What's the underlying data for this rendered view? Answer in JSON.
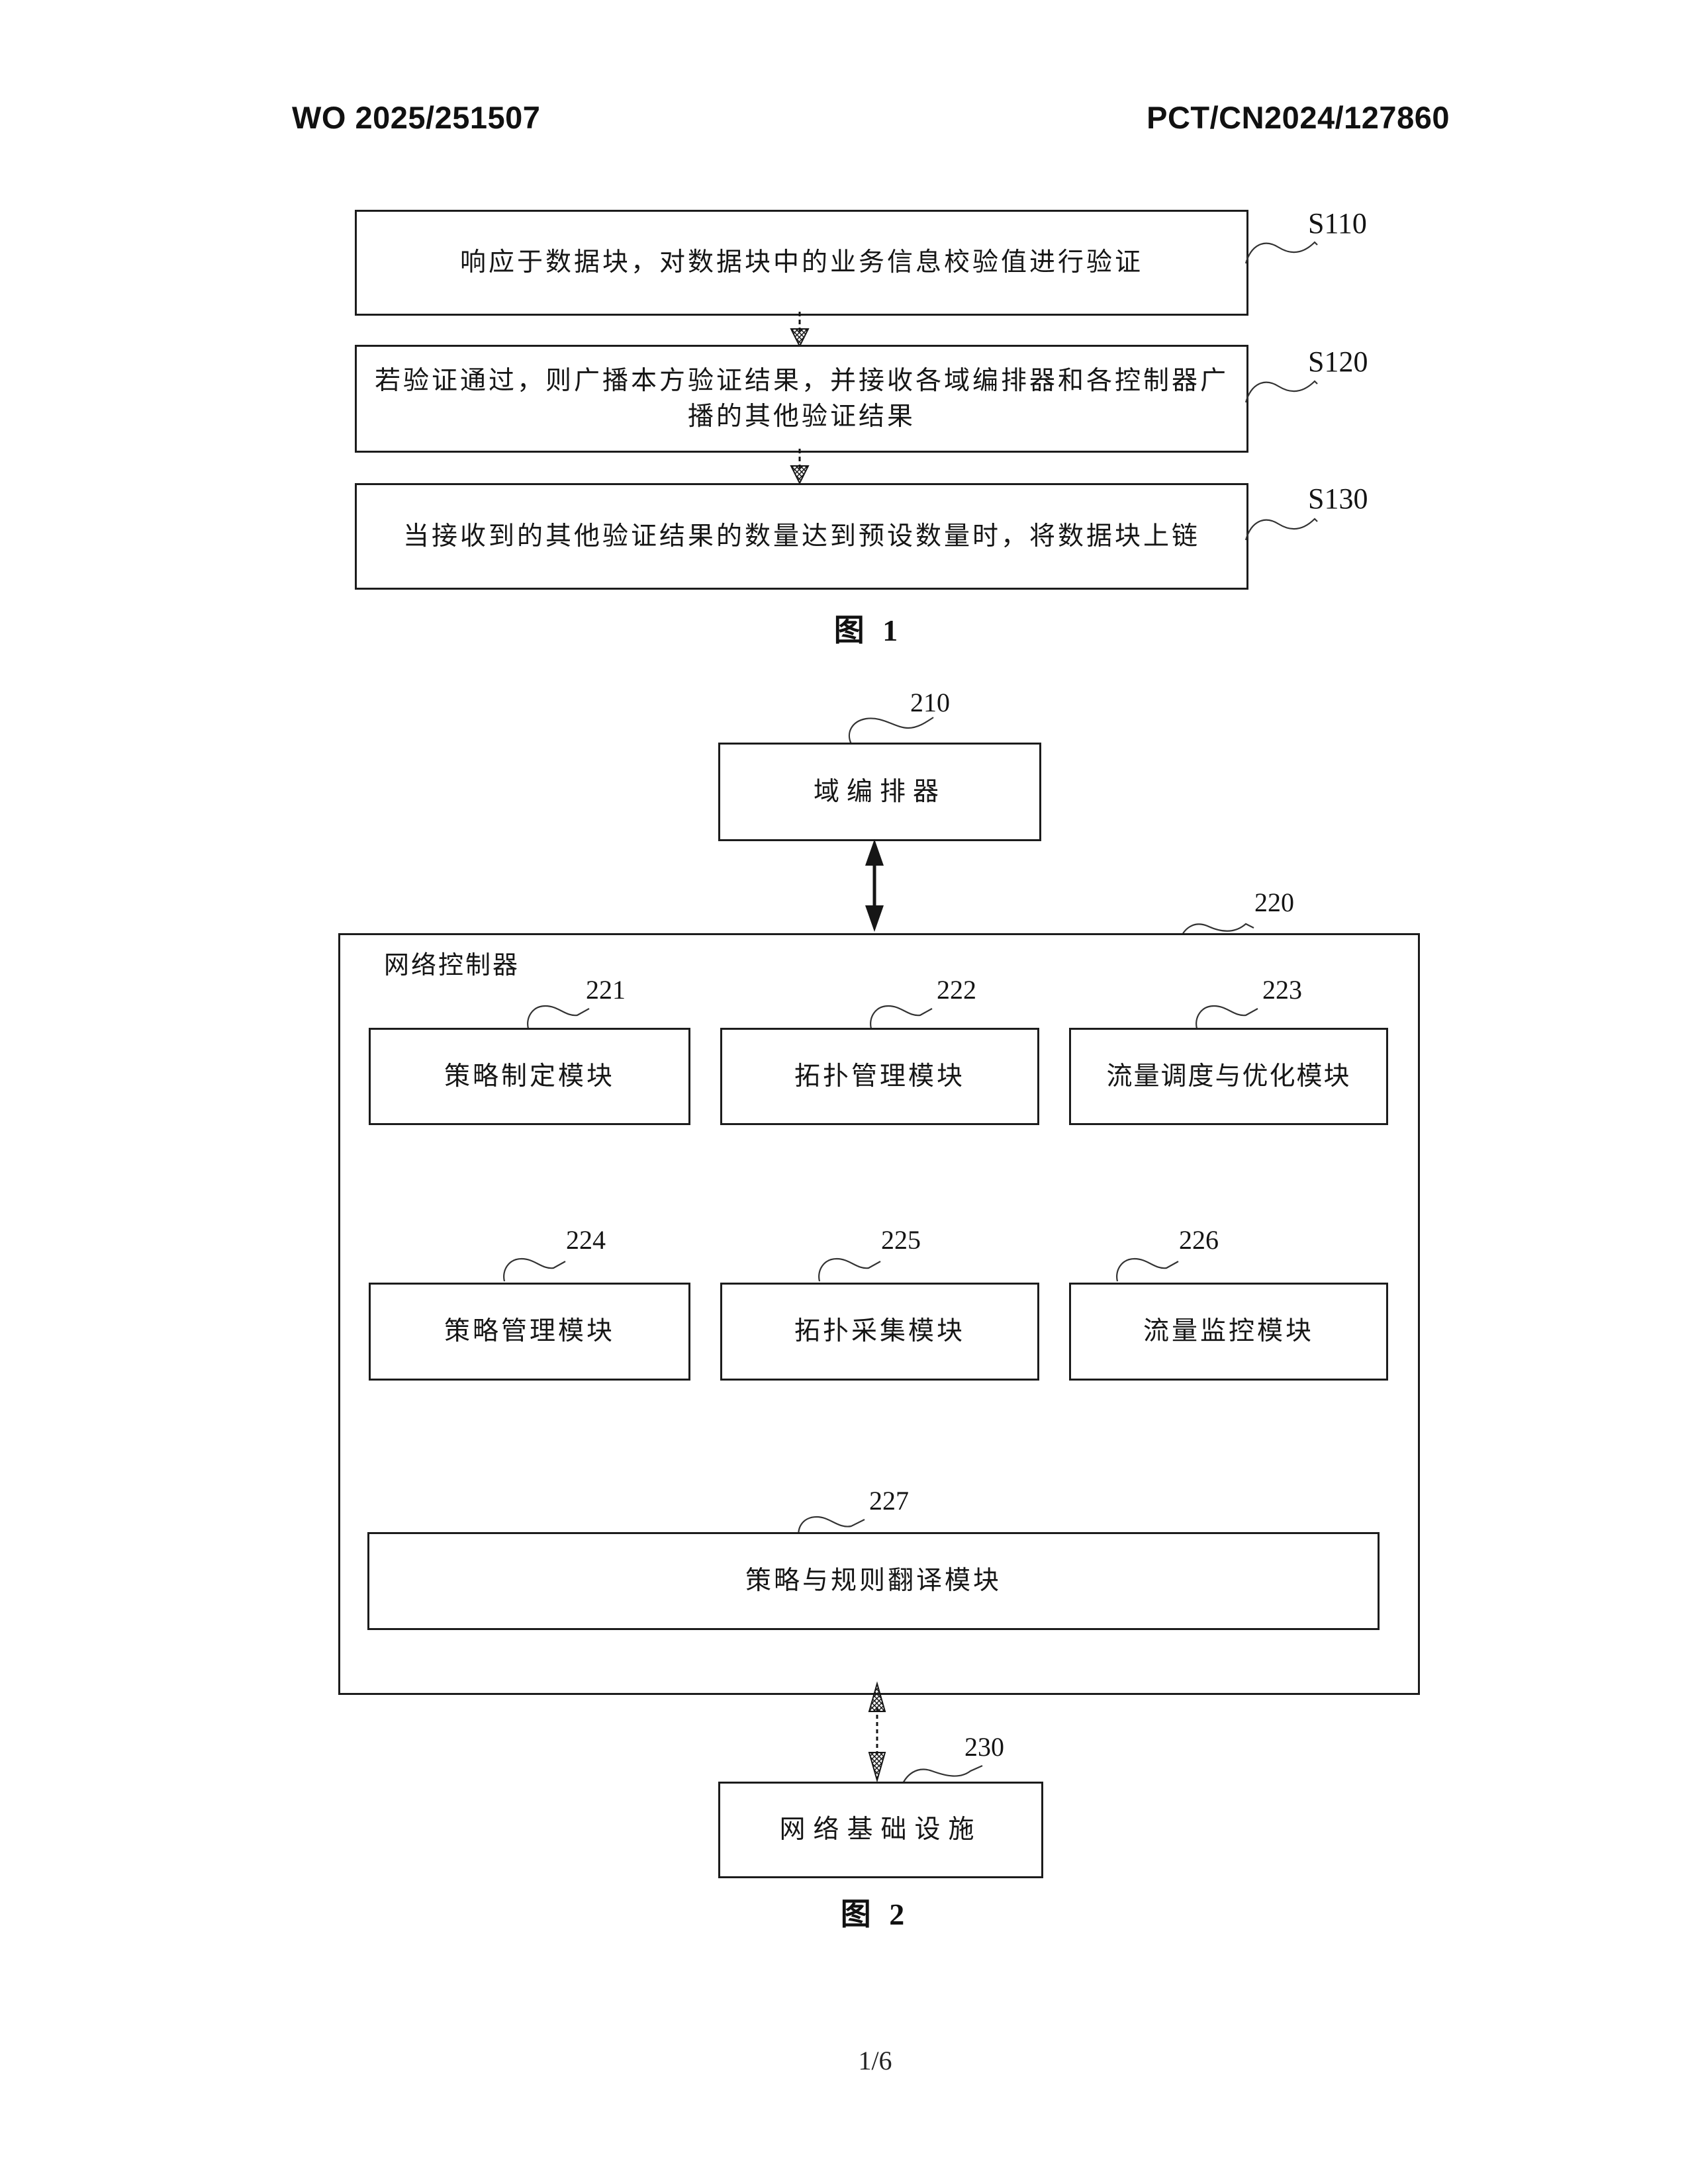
{
  "page": {
    "header_left": "WO 2025/251507",
    "header_right": "PCT/CN2024/127860",
    "page_number": "1/6"
  },
  "figure1": {
    "caption": "图 1",
    "steps": [
      {
        "id": "S110",
        "text": "响应于数据块，对数据块中的业务信息校验值进行验证"
      },
      {
        "id": "S120",
        "line1": "若验证通过，则广播本方验证结果，并接收各域编排器和各控制器广",
        "line2": "播的其他验证结果"
      },
      {
        "id": "S130",
        "text": "当接收到的其他验证结果的数量达到预设数量时，将数据块上链"
      }
    ]
  },
  "figure2": {
    "caption": "图 2",
    "orchestrator": {
      "ref": "210",
      "label": "域编排器"
    },
    "controller": {
      "ref": "220",
      "label": "网络控制器",
      "modules_row1": [
        {
          "ref": "221",
          "label": "策略制定模块"
        },
        {
          "ref": "222",
          "label": "拓扑管理模块"
        },
        {
          "ref": "223",
          "label": "流量调度与优化模块"
        }
      ],
      "modules_row2": [
        {
          "ref": "224",
          "label": "策略管理模块"
        },
        {
          "ref": "225",
          "label": "拓扑采集模块"
        },
        {
          "ref": "226",
          "label": "流量监控模块"
        }
      ],
      "module_wide": {
        "ref": "227",
        "label": "策略与规则翻译模块"
      }
    },
    "infrastructure": {
      "ref": "230",
      "label": "网络基础设施"
    }
  },
  "colors": {
    "ink": "#1a1a1a",
    "paper": "#ffffff"
  }
}
